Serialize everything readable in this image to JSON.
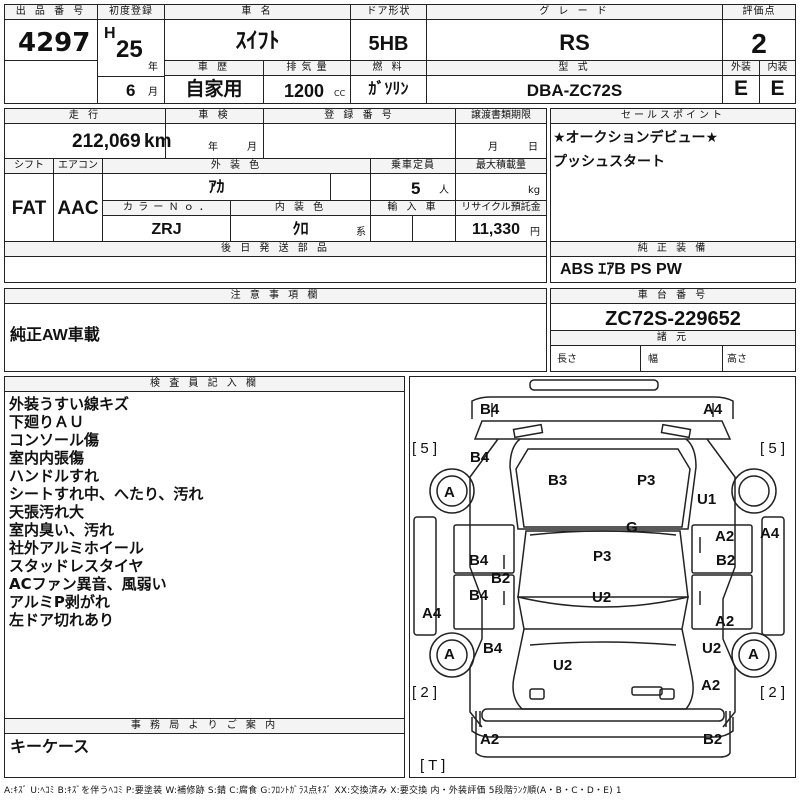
{
  "lot": {
    "label": "出 品 番 号",
    "value": "4297"
  },
  "first_reg": {
    "label": "初度登録",
    "era": "H",
    "year": "25",
    "year_unit": "年",
    "month": "6",
    "month_unit": "月"
  },
  "car_name": {
    "label": "車 名",
    "value": "ｽｲﾌﾄ"
  },
  "door": {
    "label": "ドア形状",
    "value": "5HB"
  },
  "grade": {
    "label": "グ レ ー ド",
    "value": "RS"
  },
  "score": {
    "label": "評価点",
    "value": "2"
  },
  "history": {
    "label": "車 歴",
    "value": "自家用"
  },
  "displacement": {
    "label": "排 気 量",
    "value": "1200",
    "unit": "CC"
  },
  "fuel": {
    "label": "燃 料",
    "value": "ｶﾞｿﾘﾝ"
  },
  "model": {
    "label": "型 式",
    "value": "DBA-ZC72S"
  },
  "exterior_grade": {
    "label": "外装",
    "value": "E"
  },
  "interior_grade": {
    "label": "内装",
    "value": "E"
  },
  "mileage": {
    "label": "走 行",
    "value": "212,069",
    "unit": "km"
  },
  "inspection": {
    "label": "車 検",
    "year_unit": "年",
    "month_unit": "月"
  },
  "registration": {
    "label": "登 録 番 号"
  },
  "transfer": {
    "label": "譲渡書類期限",
    "month_unit": "月",
    "day_unit": "日"
  },
  "sales_points": {
    "label": "セールスポイント",
    "lines": [
      "★オークションデビュー★",
      "プッシュスタート"
    ]
  },
  "shift": {
    "label": "シフト",
    "value": "FAT"
  },
  "aircon": {
    "label": "エアコン",
    "value": "AAC"
  },
  "ext_color": {
    "label": "外 装 色",
    "value": "ｱｶ"
  },
  "capacity": {
    "label": "乗車定員",
    "value": "5",
    "unit": "人"
  },
  "max_load": {
    "label": "最大積載量",
    "unit": "kg"
  },
  "color_no": {
    "label": "カ ラ ー Ｎ ｏ ．",
    "value": "ZRJ"
  },
  "int_color": {
    "label": "内 装 色",
    "value": "ｸﾛ",
    "unit": "系"
  },
  "import": {
    "label": "輸 入 車"
  },
  "recycle": {
    "label": "リサイクル預託金",
    "value": "11,330",
    "unit": "円"
  },
  "later_parts": {
    "label": "後 日 発 送 部 品"
  },
  "genuine_equipment": {
    "label": "純 正 装 備",
    "value": "ABS ｴｱB PS PW"
  },
  "caution": {
    "label": "注 意 事 項 欄",
    "value": "純正AW車載"
  },
  "chassis": {
    "label": "車 台 番 号",
    "value": "ZC72S-229652"
  },
  "specs": {
    "label": "諸 元",
    "length": "長さ",
    "width": "幅",
    "height": "高さ"
  },
  "inspector": {
    "label": "検 査 員 記 入 欄",
    "lines": [
      "外装うすい線キズ",
      "下廻りＡＵ",
      "コンソール傷",
      "室内内張傷",
      "ハンドルすれ",
      "シートすれ中、へたり、汚れ",
      "天張汚れ大",
      "室内臭い、汚れ",
      "社外アルミホイール",
      "スタッドレスタイヤ",
      "ACファン異音、風弱い",
      "アルミP剥がれ",
      "左ドア切れあり"
    ]
  },
  "office": {
    "label": "事 務 局 よ り ご 案 内",
    "value": "キーケース"
  },
  "diagram": {
    "marks": [
      "B4",
      "A4",
      "B4",
      "A",
      "B3",
      "P3",
      "U1",
      "G",
      "A2",
      "A4",
      "B4",
      "P3",
      "B2",
      "B2",
      "B4",
      "U2",
      "A2",
      "A4",
      "A",
      "B4",
      "U2",
      "U2",
      "A",
      "A2",
      "A2",
      "B2"
    ],
    "brackets": [
      "[ 5 ]",
      "[ 5 ]",
      "[ 2 ]",
      "[ 2 ]",
      "[ T ]"
    ]
  },
  "legend": "A:ｷｽﾞ U:ﾍｺﾐ B:ｷｽﾞを伴うﾍｺﾐ P:要塗装 W:補修跡 S:錆 C:腐食 G:ﾌﾛﾝﾄｶﾞﾗｽ点ｷｽﾞ XX:交換済み X:要交換 内・外装評価 5段階ﾗﾝｸ順(A・B・C・D・E) 1"
}
